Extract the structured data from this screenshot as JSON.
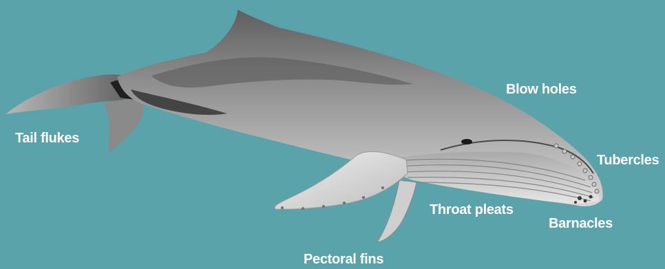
{
  "colors": {
    "background": "#5aa3ab",
    "label": "#ffffff",
    "whale_back": "#6e6e6e",
    "whale_mid": "#9a9a9a",
    "whale_belly": "#d8d8d8",
    "whale_shadow": "#2a2a2a"
  },
  "labels": {
    "tail_flukes": "Tail flukes",
    "blow_holes": "Blow holes",
    "tubercles": "Tubercles",
    "throat_pleats": "Throat pleats",
    "barnacles": "Barnacles",
    "pectoral_fins": "Pectoral fins"
  }
}
